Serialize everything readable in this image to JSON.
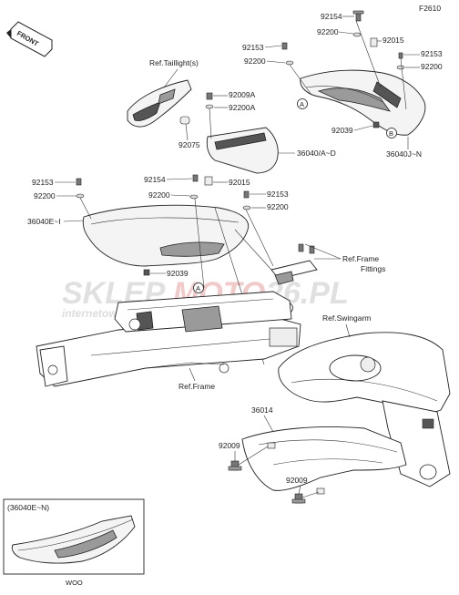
{
  "figure_code": "F2610",
  "front_arrow_label": "FRONT",
  "watermark": {
    "brand_part1": "SKLEP",
    "brand_part2": "MOTO",
    "brand_part3": "26.PL",
    "tagline": "internetowy sklep motocyklowy"
  },
  "ref_labels": {
    "taillight": "Ref.Taillight(s)",
    "frame_fittings_line1": "Ref.Frame",
    "frame_fittings_line2": "Fittings",
    "swingarm": "Ref.Swingarm",
    "frame": "Ref.Frame"
  },
  "callouts": {
    "A": "A",
    "B": "B"
  },
  "part_numbers": {
    "p92154_top": "92154",
    "p92200_top": "92200",
    "p92015_top": "92015",
    "p92153_tr": "92153",
    "p92200_tr": "92200",
    "p92153_tl": "92153",
    "p92200_tl": "92200",
    "p92039_right": "92039",
    "p36040JN": "36040J~N",
    "p92009A": "92009A",
    "p92200A": "92200A",
    "p92075": "92075",
    "p36040AD": "36040/A~D",
    "p92154_mid": "92154",
    "p92015_mid": "92015",
    "p92200_mid": "92200",
    "p92153_mid": "92153",
    "p92200_mid2": "92200",
    "p92153_left": "92153",
    "p92200_left": "92200",
    "p36040EI": "36040E~I",
    "p92039_left": "92039",
    "p36014": "36014",
    "p92009_a": "92009",
    "p92009_b": "92009"
  },
  "inset": {
    "title": "(36040E~N)",
    "caption": "WOO"
  }
}
